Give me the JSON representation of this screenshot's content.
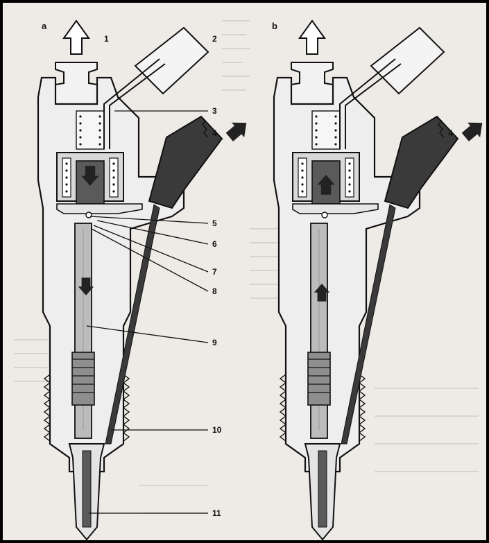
{
  "panels": [
    {
      "id": "a",
      "label": "a"
    },
    {
      "id": "b",
      "label": "b"
    }
  ],
  "callouts_a": [
    "1",
    "2",
    "3",
    "4",
    "5",
    "6",
    "7",
    "8",
    "9",
    "10",
    "11"
  ],
  "callouts_b": [
    "4"
  ],
  "colors": {
    "background": "#ffffff",
    "paper": "#eeebe6",
    "border": "#000000",
    "body_fill": "#e8e8e8",
    "dark_part": "#3a3a3a",
    "arrow": "#222222"
  }
}
